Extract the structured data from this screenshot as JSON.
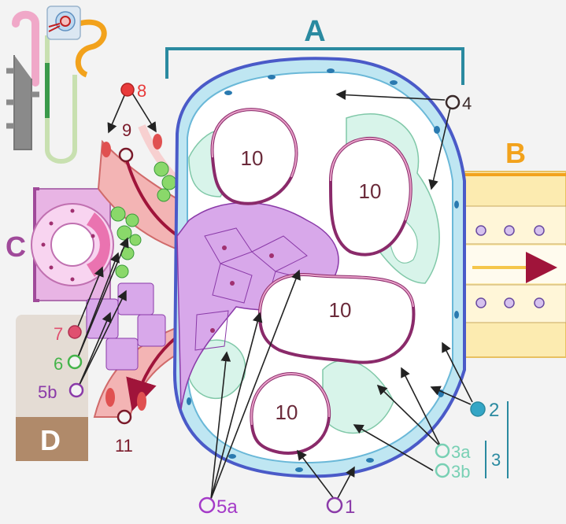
{
  "region_labels": {
    "A": {
      "text": "A",
      "color": "#2a8aa0"
    },
    "B": {
      "text": "B",
      "color": "#f2a21c"
    },
    "C": {
      "text": "C",
      "color": "#a04a9a"
    },
    "D": {
      "text": "D",
      "color": "#ffffff"
    }
  },
  "capillary_labels": [
    "10",
    "10",
    "10",
    "10"
  ],
  "callouts": [
    {
      "number": "1",
      "color": "#8a3aa8"
    },
    {
      "number": "2",
      "color": "#34a6c6"
    },
    {
      "number": "3a",
      "color": "#78d0b4"
    },
    {
      "number": "3b",
      "color": "#78d0b4"
    },
    {
      "number": "4",
      "color": "#3a2a2a"
    },
    {
      "number": "5a",
      "color": "#a43ac8"
    },
    {
      "number": "5b",
      "color": "#8a3aa8"
    },
    {
      "number": "6",
      "color": "#44b44a"
    },
    {
      "number": "7",
      "color": "#e05070"
    },
    {
      "number": "8",
      "color": "#e83a3a"
    },
    {
      "number": "9",
      "color": "#7a1a2a"
    },
    {
      "number": "11",
      "color": "#7a1a2a"
    }
  ],
  "group_label": {
    "text": "3",
    "color": "#2a8aa0"
  },
  "colors": {
    "capsule": "#4a5ac8",
    "parietal_layer": "#bfe6f2",
    "podocyte": "#d8f4ea",
    "mesangium": "#d8a8ea",
    "capillary_wall": "#8a2a6a",
    "afferent_arteriole": "#f3b4b4",
    "proximal_tubule": "#fce8a8",
    "macula_densa": "#e888c0",
    "juxtaglomerular": "#8ad86a"
  }
}
